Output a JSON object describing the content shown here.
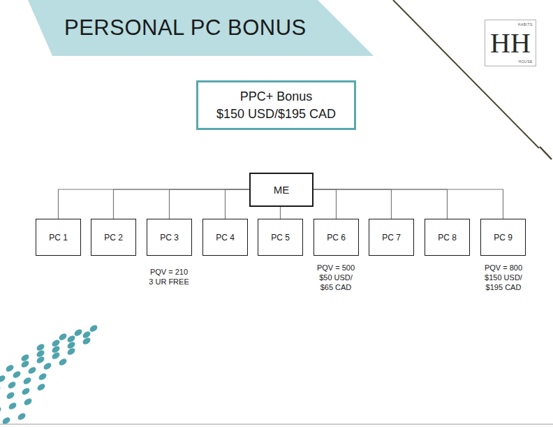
{
  "diagram": {
    "title": "PERSONAL PC BONUS",
    "nodes": [
      {
        "text": [
          "HABITS",
          "HH",
          "HOUSE"
        ]
      },
      {
        "text": [
          "PPC+ Bonus",
          "$150 USD/$195 CAD"
        ]
      },
      {
        "text": [
          "ME"
        ]
      },
      {
        "text": [
          "PC 1"
        ]
      },
      {
        "text": [
          "PC 2"
        ]
      },
      {
        "text": [
          "PC 3"
        ]
      },
      {
        "text": [
          "PC 4"
        ]
      },
      {
        "text": [
          "PC 5"
        ]
      },
      {
        "text": [
          "PC 6"
        ]
      },
      {
        "text": [
          "PC 7"
        ]
      },
      {
        "text": [
          "PC 8"
        ]
      },
      {
        "text": [
          "PC 9"
        ]
      }
    ],
    "edges": [
      {
        "from": 2,
        "to": 3,
        "arrow": "none"
      },
      {
        "from": 2,
        "to": 4,
        "arrow": "none"
      },
      {
        "from": 2,
        "to": 5,
        "arrow": "none"
      },
      {
        "from": 2,
        "to": 6,
        "arrow": "none"
      },
      {
        "from": 2,
        "to": 7,
        "arrow": "none"
      },
      {
        "from": 2,
        "to": 8,
        "arrow": "none"
      },
      {
        "from": 2,
        "to": 9,
        "arrow": "none"
      },
      {
        "from": 2,
        "to": 10,
        "arrow": "none"
      },
      {
        "from": 2,
        "to": 11,
        "arrow": "none"
      }
    ],
    "labels": [
      "PQV = 210",
      "3 UR FREE",
      "PQV = 500",
      "$50 USD/ $65 CAD",
      "PQV = 800",
      "$150 USD/ $195 CAD"
    ]
  }
}
